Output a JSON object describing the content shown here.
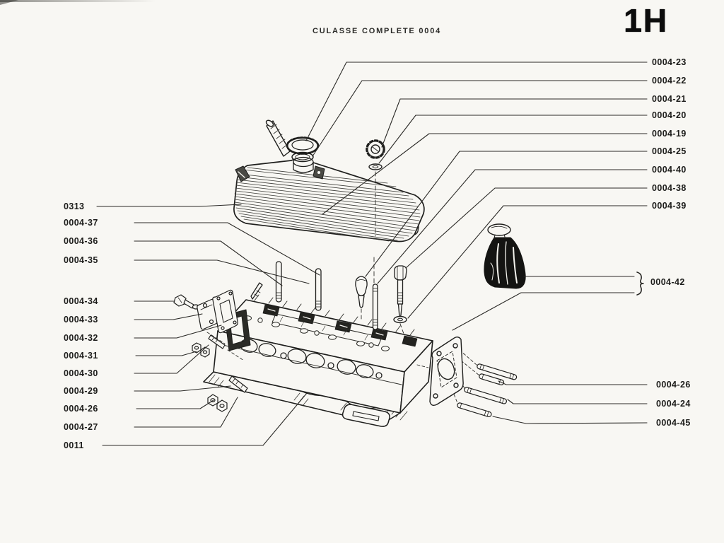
{
  "page": {
    "title": "CULASSE COMPLETE 0004",
    "page_code": "1H"
  },
  "colors": {
    "ink": "#1d1d1b",
    "paper": "#f8f7f3"
  },
  "diagram": {
    "name": "exploded-view-cylinder-head",
    "labels": {
      "left": [
        "0313",
        "0004-37",
        "0004-36",
        "0004-35",
        "0004-34",
        "0004-33",
        "0004-32",
        "0004-31",
        "0004-30",
        "0004-29",
        "0004-26",
        "0004-27",
        "0011"
      ],
      "right_top": [
        "0004-23",
        "0004-22",
        "0004-21",
        "0004-20",
        "0004-19",
        "0004-25",
        "0004-40",
        "0004-38",
        "0004-39"
      ],
      "right_middle": [
        "0004-42"
      ],
      "right_bottom": [
        "0004-26",
        "0004-24",
        "0004-45"
      ]
    }
  }
}
